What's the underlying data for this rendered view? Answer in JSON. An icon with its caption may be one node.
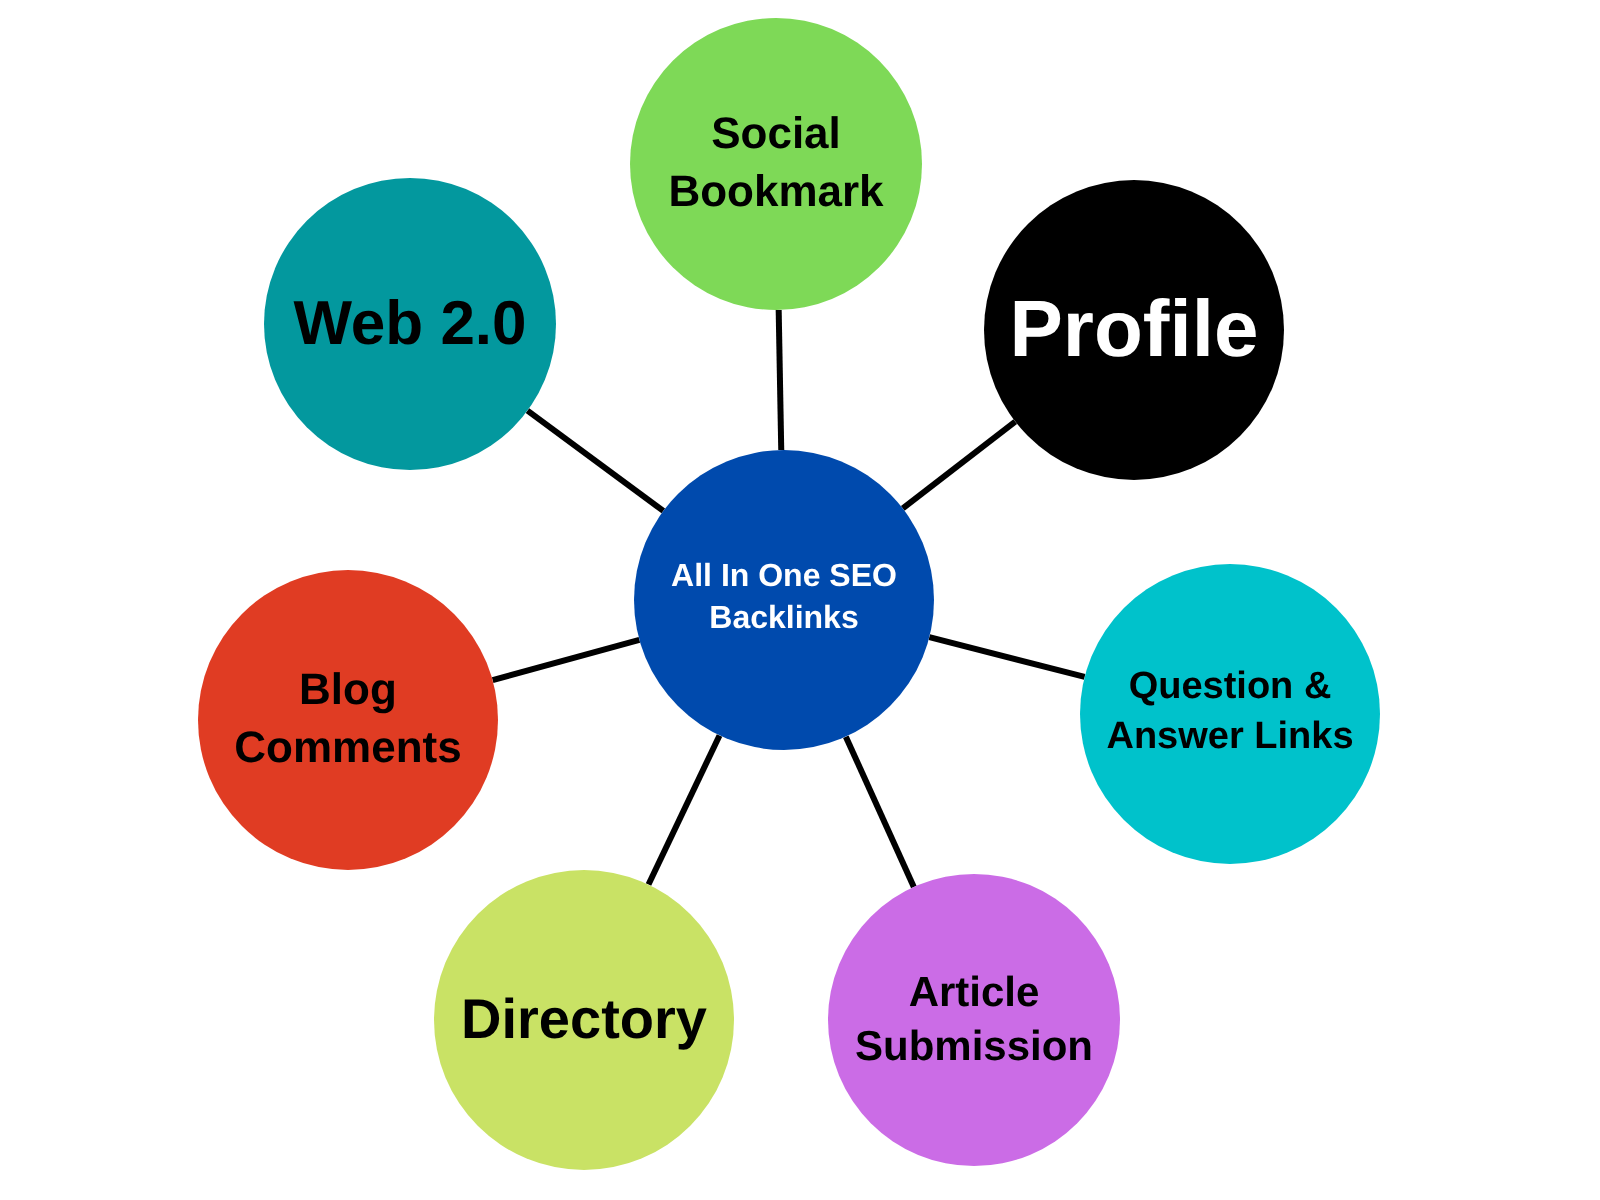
{
  "diagram": {
    "nodes": [
      {
        "text": [
          "Social Bookmark"
        ]
      },
      {
        "text": [
          "Web 2.0"
        ]
      },
      {
        "text": [
          "Profile"
        ]
      },
      {
        "text": [
          "All In One SEO Backlinks"
        ]
      },
      {
        "text": [
          "Blog Comments"
        ]
      },
      {
        "text": [
          "Question & Answer Links"
        ]
      },
      {
        "text": [
          "Directory"
        ]
      },
      {
        "text": [
          "Article Submission"
        ]
      }
    ],
    "edges": [
      {
        "from": 3,
        "to": 0,
        "arrow": "none"
      },
      {
        "from": 3,
        "to": 1,
        "arrow": "none"
      },
      {
        "from": 3,
        "to": 2,
        "arrow": "none"
      },
      {
        "from": 3,
        "to": 4,
        "arrow": "none"
      },
      {
        "from": 3,
        "to": 5,
        "arrow": "none"
      },
      {
        "from": 3,
        "to": 6,
        "arrow": "none"
      },
      {
        "from": 3,
        "to": 7,
        "arrow": "none"
      }
    ]
  }
}
